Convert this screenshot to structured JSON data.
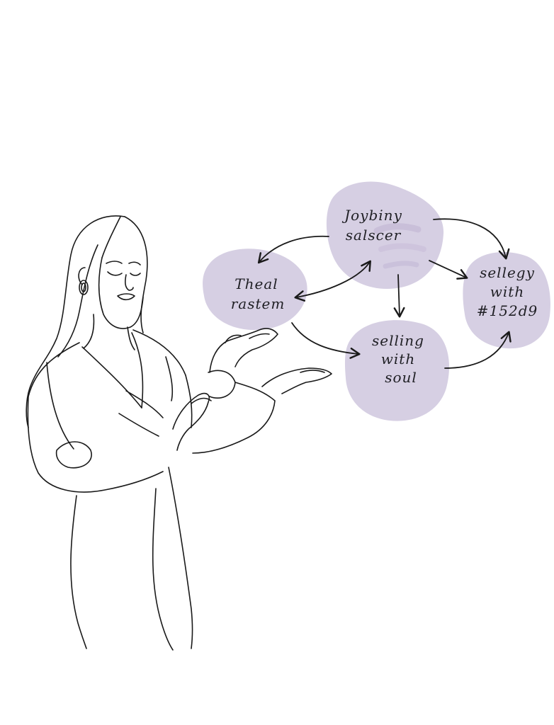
{
  "colors": {
    "blob_fill": "#d6cfe3",
    "ink": "#1a1a1a",
    "background": "#ffffff"
  },
  "nodes": {
    "top": {
      "line1": "Joybiny",
      "line2": "salscer"
    },
    "left": {
      "line1": "Theal",
      "line2": "rastem"
    },
    "center": {
      "line1": "selling",
      "line2": "with",
      "line3": "soul"
    },
    "right": {
      "line1": "sellegy",
      "line2": "with",
      "line3": "#152d9"
    }
  },
  "illustration": {
    "subject": "woman-presenting-line-art"
  }
}
